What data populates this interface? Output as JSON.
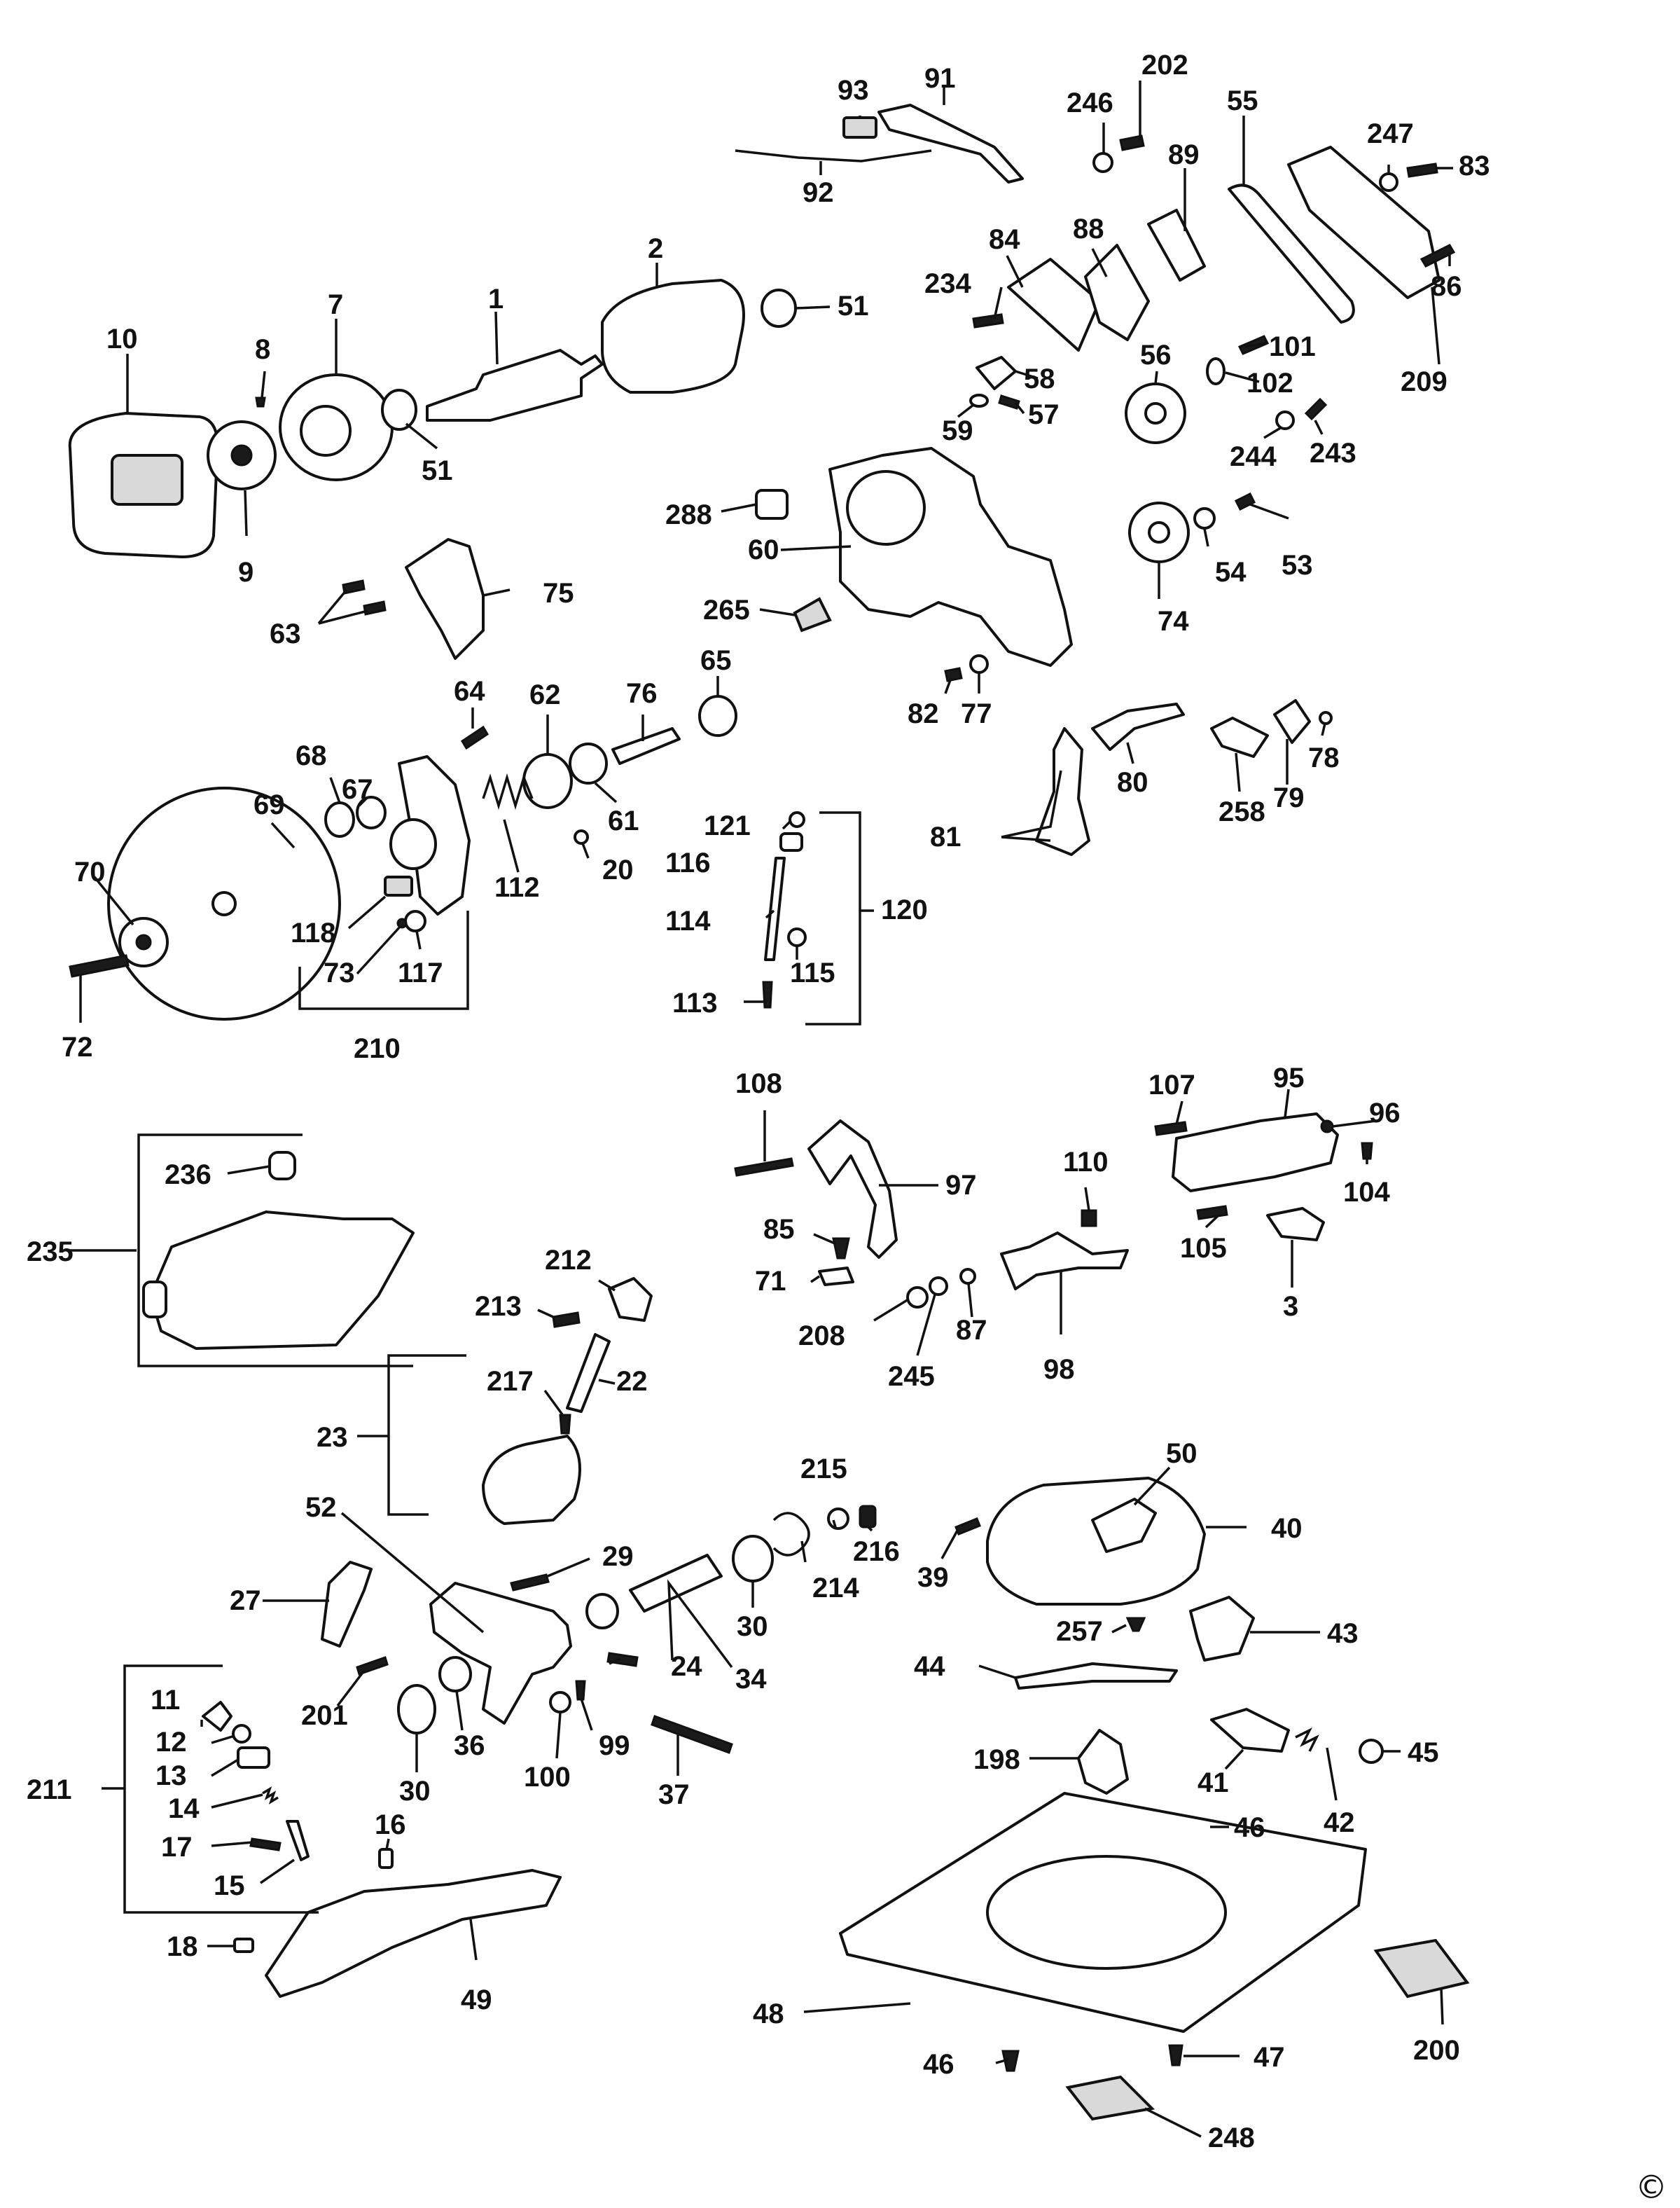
{
  "diagram": {
    "type": "exploded-parts-diagram",
    "copyright_symbol": "©",
    "colors": {
      "ink": "#111111",
      "paper": "#ffffff"
    }
  },
  "labels": {
    "p1": "1",
    "p2": "2",
    "p3": "3",
    "p7": "7",
    "p8": "8",
    "p9": "9",
    "p10": "10",
    "p11": "11",
    "p12": "12",
    "p13": "13",
    "p14": "14",
    "p15": "15",
    "p16": "16",
    "p17": "17",
    "p18": "18",
    "p20": "20",
    "p22": "22",
    "p23": "23",
    "p24": "24",
    "p27": "27",
    "p29": "29",
    "p30a": "30",
    "p30b": "30",
    "p34": "34",
    "p36": "36",
    "p37": "37",
    "p39": "39",
    "p40": "40",
    "p41": "41",
    "p42": "42",
    "p43": "43",
    "p44": "44",
    "p45": "45",
    "p46a": "46",
    "p46b": "46",
    "p47": "47",
    "p48": "48",
    "p49": "49",
    "p50": "50",
    "p51a": "51",
    "p51b": "51",
    "p52": "52",
    "p53": "53",
    "p54": "54",
    "p55": "55",
    "p56": "56",
    "p57": "57",
    "p58": "58",
    "p59": "59",
    "p60": "60",
    "p61": "61",
    "p62": "62",
    "p63": "63",
    "p64": "64",
    "p65": "65",
    "p67": "67",
    "p68": "68",
    "p69": "69",
    "p70": "70",
    "p71": "71",
    "p72": "72",
    "p73": "73",
    "p74": "74",
    "p75": "75",
    "p76": "76",
    "p77": "77",
    "p78": "78",
    "p79": "79",
    "p80": "80",
    "p81": "81",
    "p82": "82",
    "p83": "83",
    "p84": "84",
    "p85": "85",
    "p86": "86",
    "p87": "87",
    "p88": "88",
    "p89": "89",
    "p91": "91",
    "p92": "92",
    "p93": "93",
    "p95": "95",
    "p96": "96",
    "p97": "97",
    "p98": "98",
    "p99": "99",
    "p100": "100",
    "p101": "101",
    "p102": "102",
    "p104": "104",
    "p105": "105",
    "p107": "107",
    "p108": "108",
    "p110": "110",
    "p112": "112",
    "p113": "113",
    "p114": "114",
    "p115": "115",
    "p116": "116",
    "p117": "117",
    "p118": "118",
    "p120": "120",
    "p121": "121",
    "p198": "198",
    "p200": "200",
    "p201": "201",
    "p202": "202",
    "p208": "208",
    "p209": "209",
    "p210": "210",
    "p211": "211",
    "p212": "212",
    "p213": "213",
    "p214": "214",
    "p215": "215",
    "p216": "216",
    "p217": "217",
    "p234": "234",
    "p235": "235",
    "p236": "236",
    "p243": "243",
    "p244": "244",
    "p245": "245",
    "p246": "246",
    "p247": "247",
    "p248": "248",
    "p257": "257",
    "p258": "258",
    "p265": "265",
    "p288": "288"
  }
}
